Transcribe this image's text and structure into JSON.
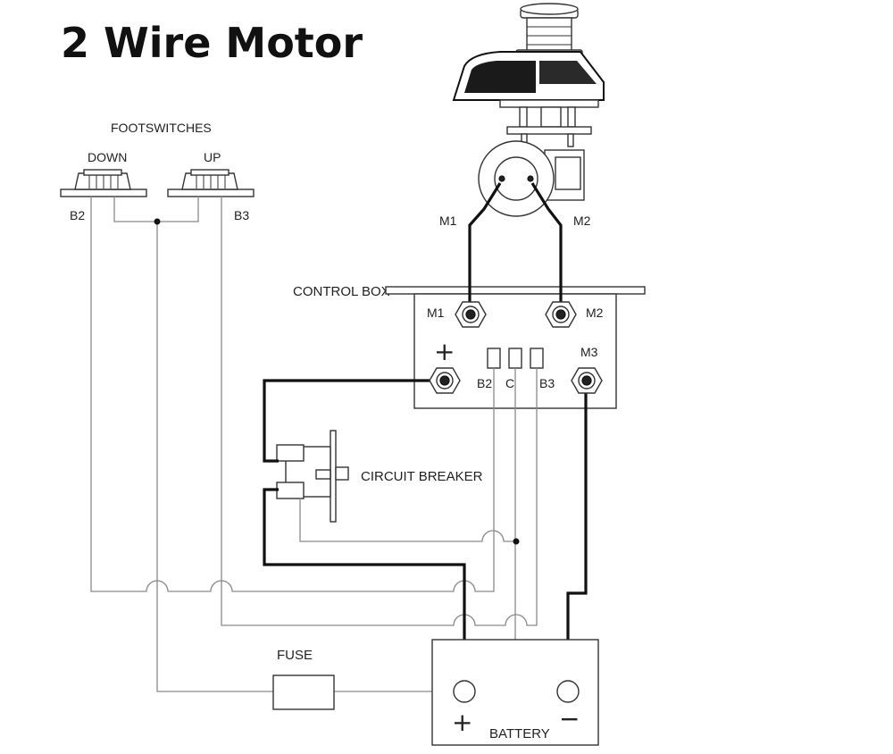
{
  "title": "2 Wire Motor",
  "footswitches": {
    "heading": "FOOTSWITCHES",
    "down_label": "DOWN",
    "up_label": "UP",
    "left_terminal": "B2",
    "right_terminal": "B3"
  },
  "motor": {
    "terminal_1": "M1",
    "terminal_2": "M2"
  },
  "control_box": {
    "label": "CONTROL BOX",
    "terminal_m1": "M1",
    "terminal_m2": "M2",
    "terminal_m3": "M3",
    "plus_symbol": "+",
    "terminal_b2": "B2",
    "terminal_c": "C",
    "terminal_b3": "B3"
  },
  "circuit_breaker": {
    "label": "CIRCUIT BREAKER"
  },
  "fuse": {
    "label": "FUSE"
  },
  "battery": {
    "label": "BATTERY",
    "positive_symbol": "+",
    "negative_symbol": "−"
  }
}
